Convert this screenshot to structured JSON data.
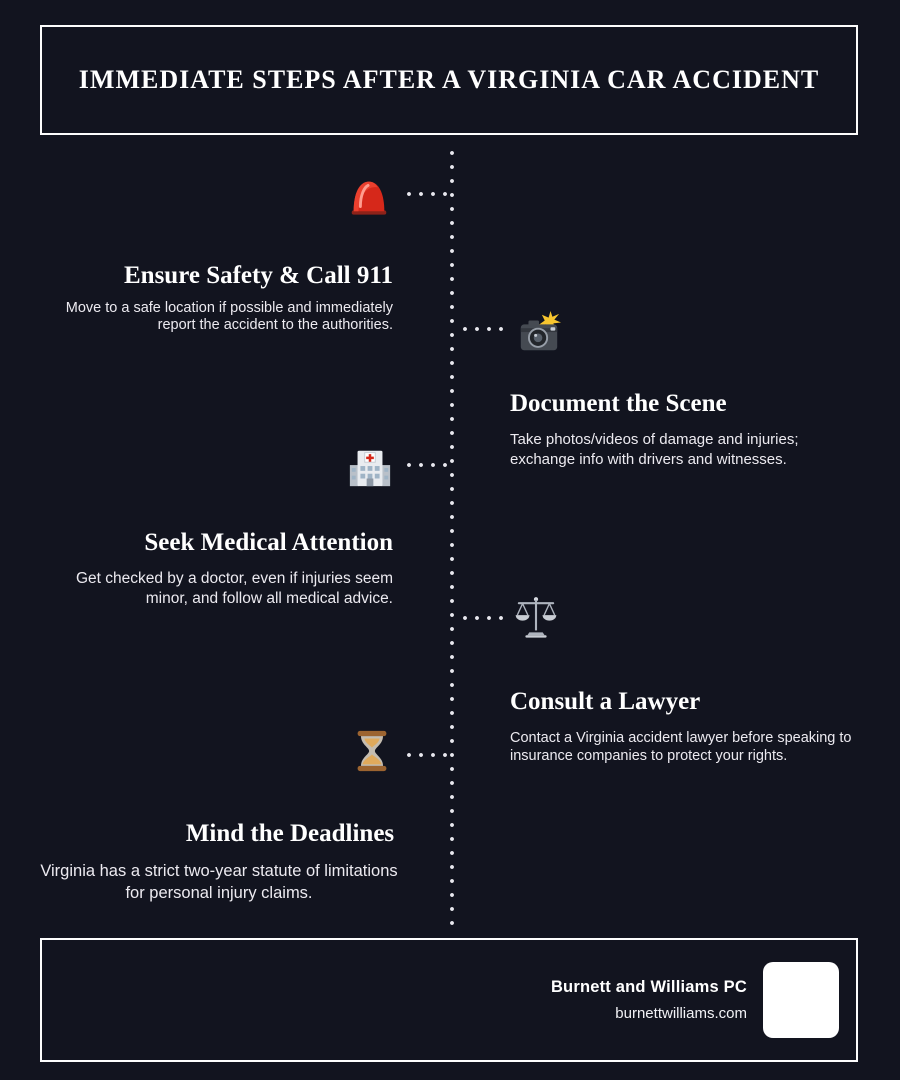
{
  "colors": {
    "background": "#12141f",
    "heading_text": "#ffffff",
    "body_text": "#eceaf0",
    "border": "#fdfdfd",
    "siren_red": "#d6281a",
    "flash_yellow": "#f7c52e",
    "sand_tan": "#e0aa5c"
  },
  "header": {
    "title": "IMMEDIATE STEPS AFTER A VIRGINIA CAR ACCIDENT"
  },
  "steps": [
    {
      "icon": "siren-icon",
      "side": "left",
      "title": "Ensure Safety & Call 911",
      "description": "Move to a safe location if possible and immediately report the accident to the authorities."
    },
    {
      "icon": "camera-flash-icon",
      "side": "right",
      "title": "Document the Scene",
      "description": "Take photos/videos of damage and injuries; exchange info with drivers and witnesses."
    },
    {
      "icon": "hospital-icon",
      "side": "left",
      "title": "Seek Medical Attention",
      "description": "Get checked by a doctor, even if injuries seem minor, and follow all medical advice."
    },
    {
      "icon": "scales-of-justice-icon",
      "side": "right",
      "title": "Consult a Lawyer",
      "description": "Contact a Virginia accident lawyer before speaking to insurance companies to protect your rights."
    },
    {
      "icon": "hourglass-icon",
      "side": "left",
      "title": "Mind the Deadlines",
      "description": "Virginia has a strict two-year statute of limitations for personal injury claims."
    }
  ],
  "footer": {
    "company": "Burnett and Williams PC",
    "website": "burnettwilliams.com"
  }
}
